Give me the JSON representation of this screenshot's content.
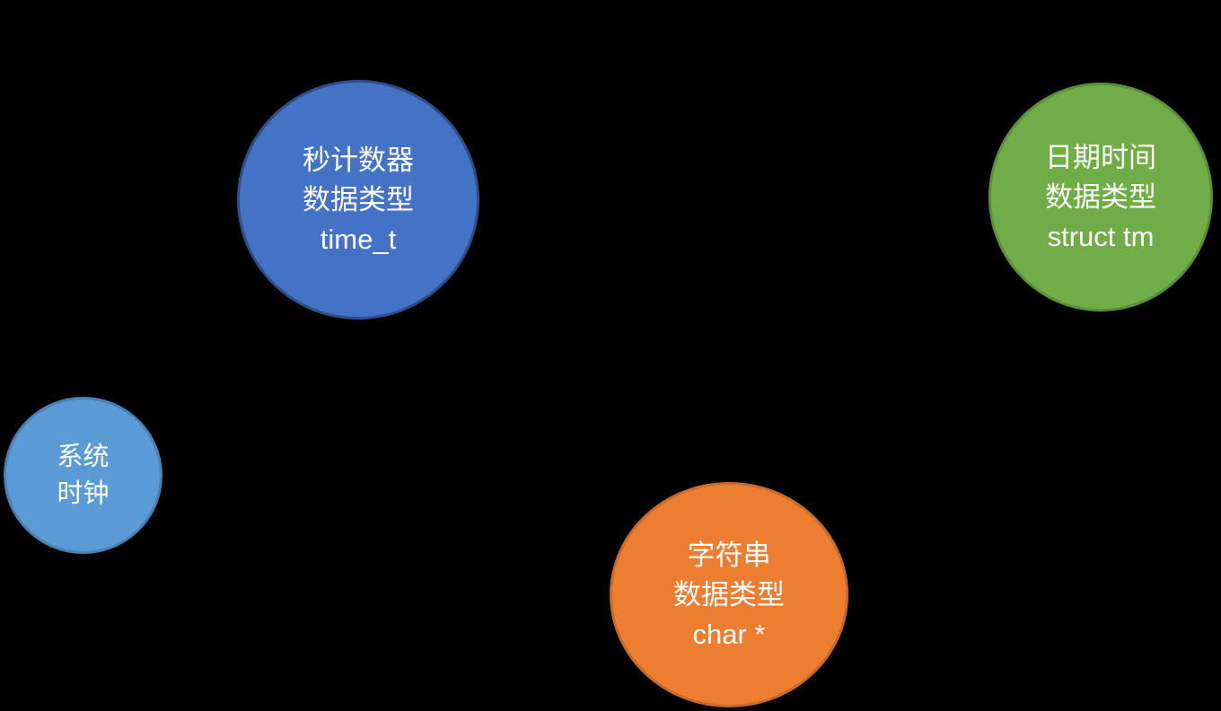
{
  "canvas": {
    "background_color": "#000000",
    "text_color": "#FFFFFF"
  },
  "nodes": [
    {
      "id": "seconds-counter-time-t",
      "lines": [
        "秒计数器",
        "数据类型",
        "time_t"
      ],
      "fill": "#4472C4",
      "border": "#2F4E87"
    },
    {
      "id": "date-time-struct-tm",
      "lines": [
        "日期时间",
        "数据类型",
        "struct tm"
      ],
      "fill": "#70AD47",
      "border": "#5B8F39"
    },
    {
      "id": "system-clock",
      "lines": [
        "系统",
        "时钟"
      ],
      "fill": "#5B9BD5",
      "border": "#4B80B0"
    },
    {
      "id": "string-char-ptr",
      "lines": [
        "字符串",
        "数据类型",
        "char *"
      ],
      "fill": "#ED7D31",
      "border": "#C96B29"
    }
  ]
}
